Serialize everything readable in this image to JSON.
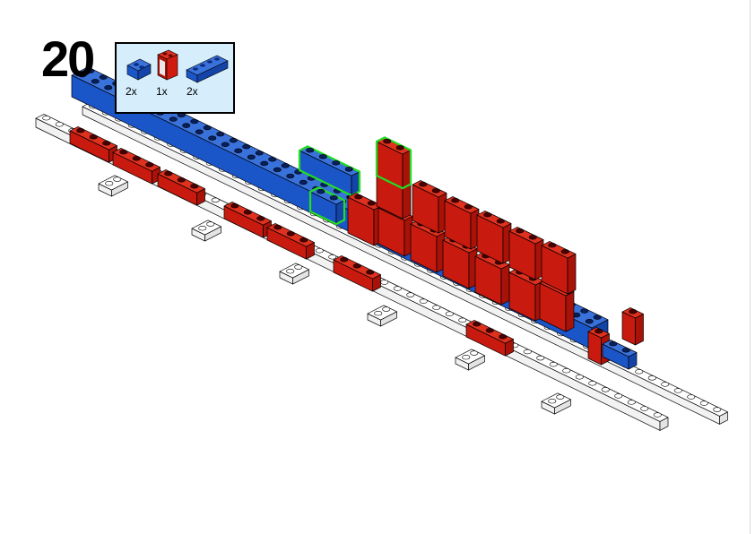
{
  "step": {
    "number": "20"
  },
  "parts_list": [
    {
      "part": "blue-brick-1x2",
      "quantity": "2x"
    },
    {
      "part": "red-window-1x2x2",
      "quantity": "1x"
    },
    {
      "part": "blue-brick-1x4",
      "quantity": "2x"
    }
  ],
  "colors": {
    "blue": "#1a56c8",
    "red": "#d01c10",
    "white": "#ffffff",
    "highlight": "#22dd22",
    "parts_bg": "#d6eefc"
  }
}
